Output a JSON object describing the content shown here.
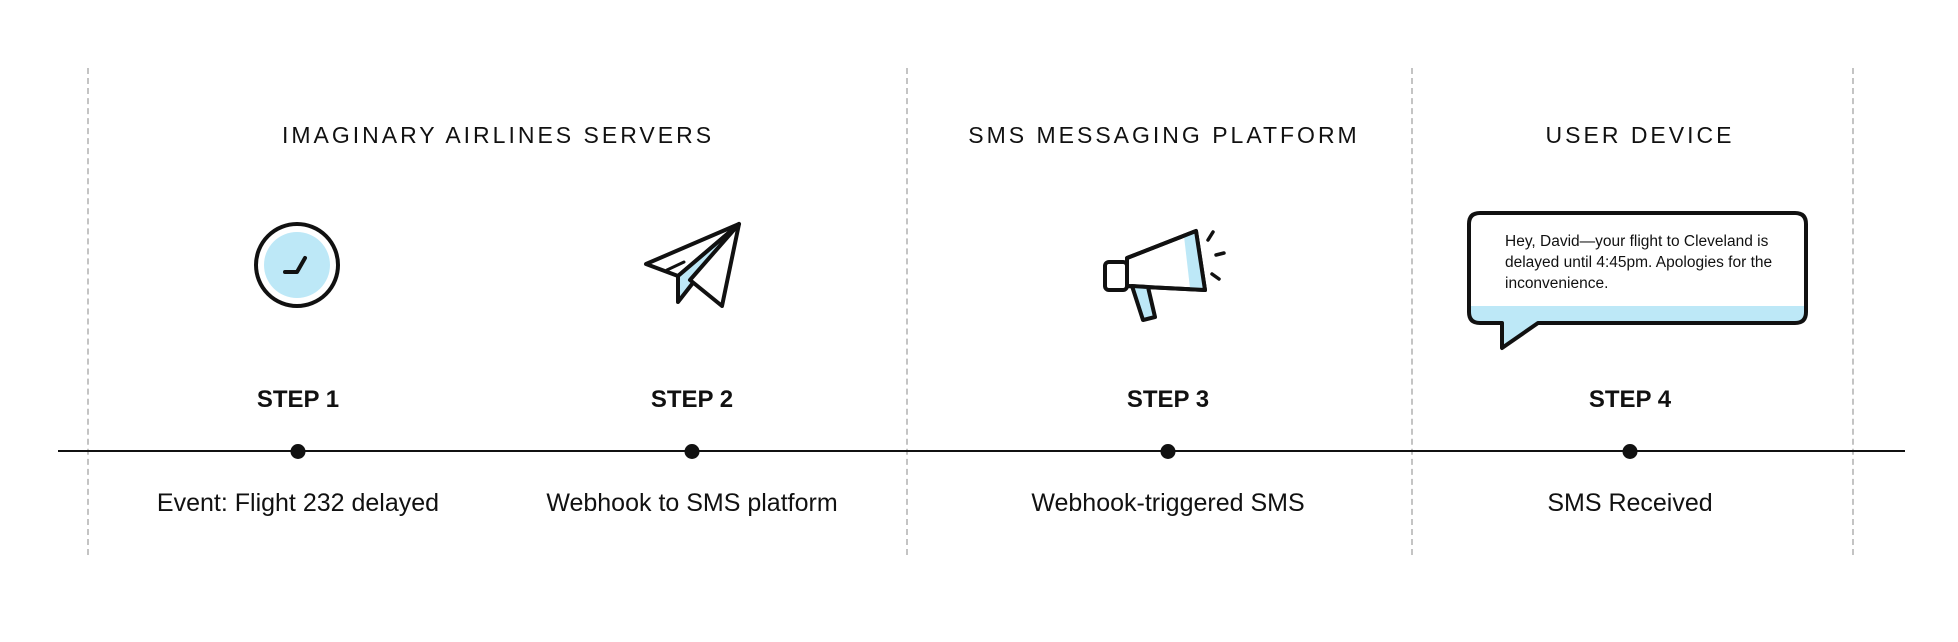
{
  "sections": [
    {
      "title": "IMAGINARY AIRLINES SERVERS"
    },
    {
      "title": "SMS MESSAGING PLATFORM"
    },
    {
      "title": "USER DEVICE"
    }
  ],
  "steps": [
    {
      "label": "STEP 1",
      "event": "Event: Flight 232 delayed",
      "icon": "clock-icon"
    },
    {
      "label": "STEP 2",
      "event": "Webhook to SMS platform",
      "icon": "paper-plane-icon"
    },
    {
      "label": "STEP 3",
      "event": "Webhook-triggered SMS",
      "icon": "megaphone-icon"
    },
    {
      "label": "STEP 4",
      "event": "SMS Received",
      "icon": "speech-bubble-icon"
    }
  ],
  "message": {
    "text": "Hey, David—your flight to Cleveland is delayed until 4:45pm. Apologies for the inconvenience."
  },
  "colors": {
    "accent": "#bde8f7",
    "stroke": "#111111",
    "divider": "#c4c4c4"
  }
}
